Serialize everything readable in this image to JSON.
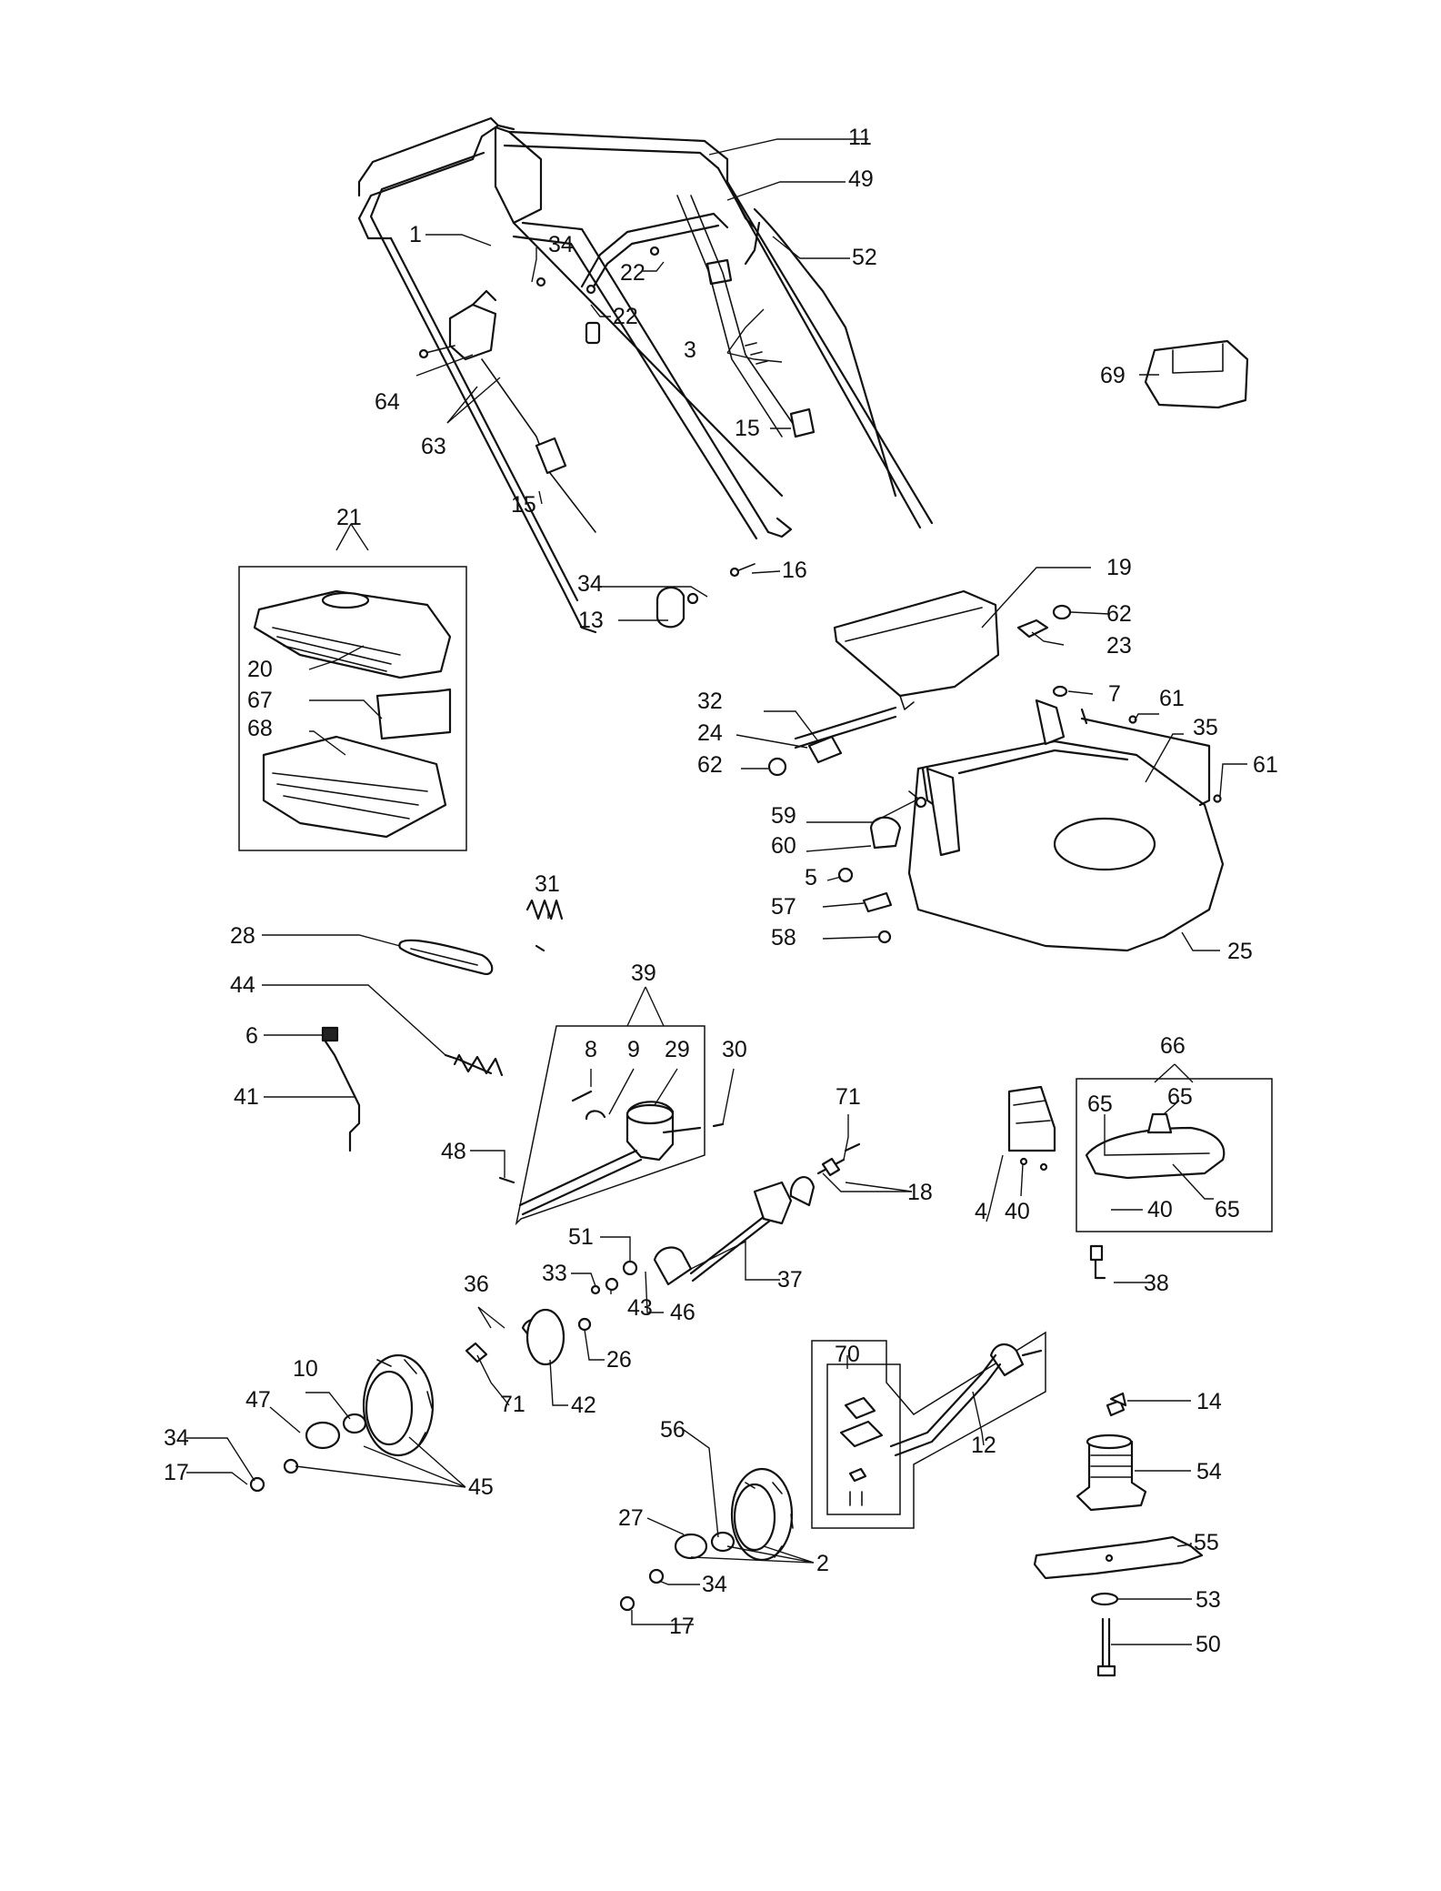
{
  "callouts": [
    "1",
    "11",
    "49",
    "34",
    "22",
    "22",
    "52",
    "3",
    "64",
    "63",
    "15",
    "15",
    "69",
    "21",
    "20",
    "67",
    "68",
    "34",
    "16",
    "13",
    "19",
    "62",
    "23",
    "7",
    "61",
    "35",
    "61",
    "32",
    "24",
    "62",
    "59",
    "60",
    "5",
    "57",
    "58",
    "25",
    "31",
    "28",
    "44",
    "39",
    "8",
    "9",
    "29",
    "30",
    "6",
    "41",
    "48",
    "71",
    "18",
    "66",
    "65",
    "65",
    "4",
    "40",
    "40",
    "65",
    "38",
    "51",
    "33",
    "43",
    "46",
    "37",
    "36",
    "71",
    "42",
    "26",
    "10",
    "47",
    "34",
    "17",
    "45",
    "70",
    "12",
    "14",
    "54",
    "56",
    "27",
    "2",
    "34",
    "17",
    "55",
    "53",
    "50"
  ],
  "colors": {
    "ink": "#111111",
    "background": "#ffffff"
  }
}
